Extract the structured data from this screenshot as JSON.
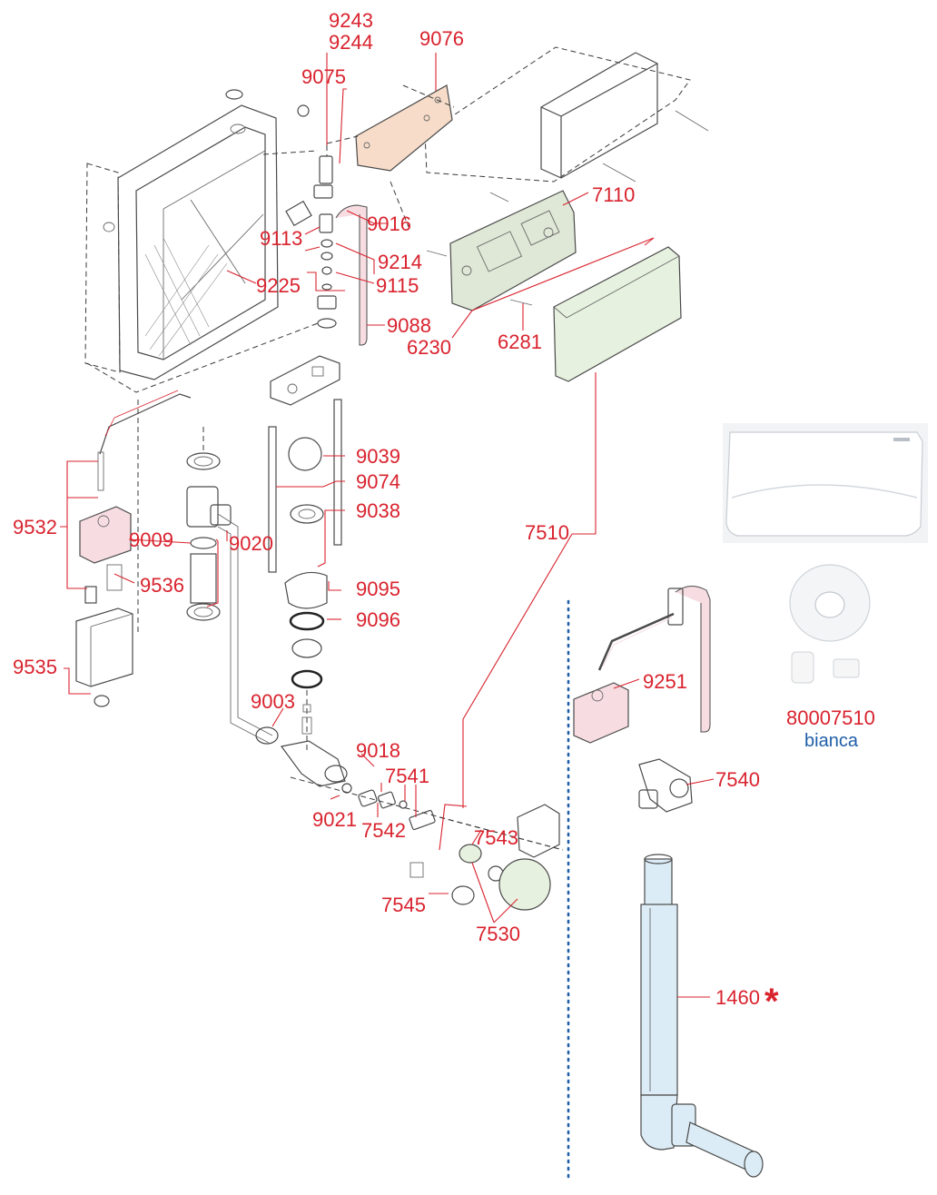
{
  "labels": {
    "p9243": "9243",
    "p9244": "9244",
    "p9076": "9076",
    "p9075": "9075",
    "p7110": "7110",
    "p9016": "9016",
    "p9113": "9113",
    "p9214": "9214",
    "p9225": "9225",
    "p9115": "9115",
    "p9088": "9088",
    "p6230": "6230",
    "p6281": "6281",
    "p9039": "9039",
    "p9074": "9074",
    "p9038": "9038",
    "p9532": "9532",
    "p9009": "9009",
    "p9020": "9020",
    "p9536": "9536",
    "p9095": "9095",
    "p9096": "9096",
    "p7510": "7510",
    "p9535": "9535",
    "p9251": "9251",
    "p9003": "9003",
    "p9018": "9018",
    "p7541": "7541",
    "p7540": "7540",
    "p9021": "9021",
    "p7542": "7542",
    "p7543": "7543",
    "p7545": "7545",
    "p7530": "7530",
    "p1460": "1460"
  },
  "marker": "*",
  "variant": {
    "code": "80007510",
    "color_name": "bianca"
  },
  "colors": {
    "label_red": "#d9232e",
    "variant_blue": "#1f5fa8",
    "line_gray": "#4a4a4a",
    "plate_peach": "#f6dcc9",
    "plate_green": "#dfe8d6",
    "button_green": "#e7f1df",
    "float_pink": "#f7dde2",
    "pipe_blue": "#dcecf6",
    "divider_blue": "#1f5fa8"
  }
}
